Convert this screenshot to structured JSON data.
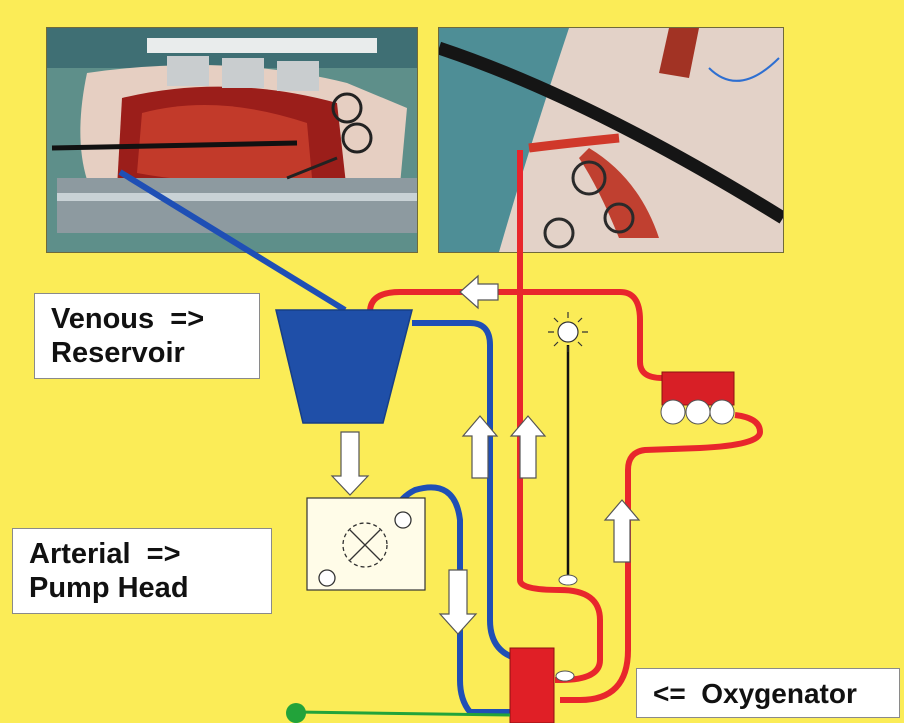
{
  "labels": {
    "venous": [
      "Venous  =>",
      "Reservoir"
    ],
    "arterial": [
      "Arterial  =>",
      "Pump Head"
    ],
    "oxygenator": "<=  Oxygenator"
  },
  "colors": {
    "background": "#fbec57",
    "venous_line": "#1f4fb5",
    "arterial_line": "#e8262c",
    "reservoir": "#1f4fa8",
    "oxygenator": "#e01f26",
    "gas_line": "#22a33a"
  },
  "photos": [
    {
      "id": "surgical-field-left",
      "subject": "open surgical incision with retractor and clamp"
    },
    {
      "id": "surgical-field-right",
      "subject": "cannulation site with arterial line and clamps"
    }
  ]
}
